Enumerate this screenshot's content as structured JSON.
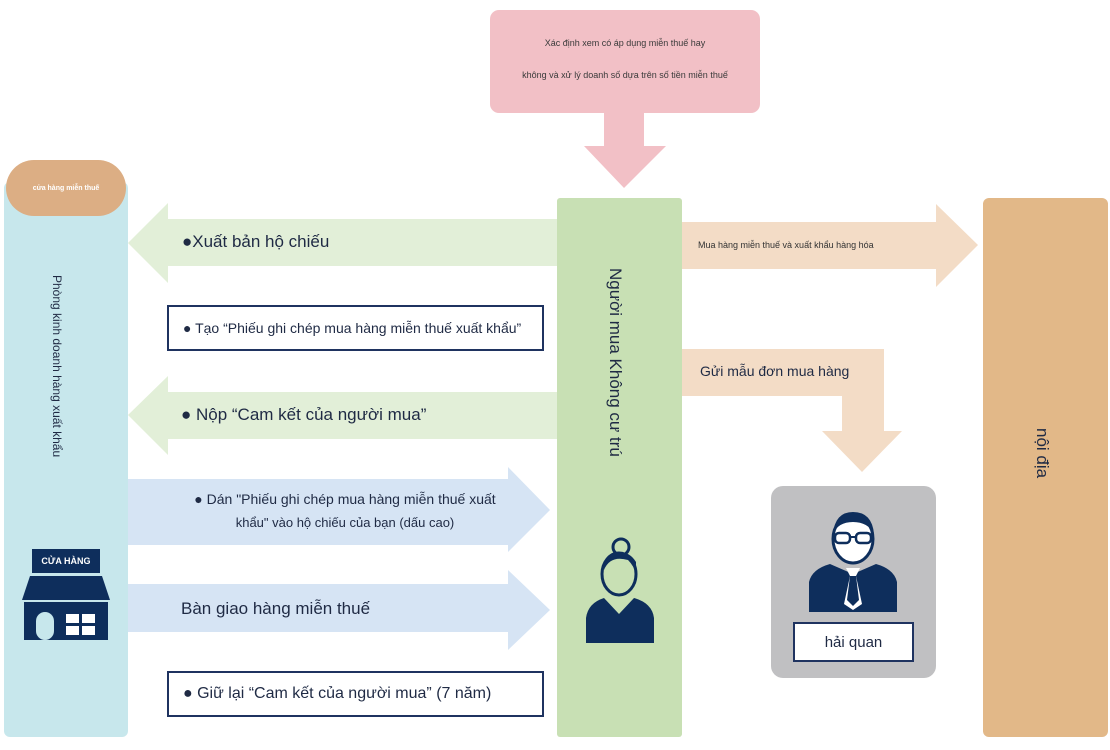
{
  "top_note": {
    "line1": "Xác định xem có áp dụng miễn thuế hay",
    "line2": "không và xử lý doanh số dựa trên số tiền miễn thuế"
  },
  "store_column": {
    "badge": "cửa hàng miễn thuế",
    "title": "Phòng kinh doanh hàng xuất khẩu",
    "shop_sign": "CỬA HÀNG"
  },
  "buyer_column": {
    "title": "Người mua Không cư trú"
  },
  "domestic_column": {
    "title": "nội địa"
  },
  "customs": {
    "label": "hải quan"
  },
  "flows": {
    "passport": "●Xuất bản hộ chiếu",
    "record_box": "● Tạo “Phiếu ghi chép mua hàng miễn thuế xuất khẩu”",
    "commitment": "● Nộp “Cam kết của người mua”",
    "attach_line1": "● Dán \"Phiếu ghi chép mua hàng miễn thuế xuất",
    "attach_line2": "khẩu\" vào hộ chiếu của bạn (dấu cao)",
    "handover": "Bàn giao hàng miễn thuế",
    "keep_box": "● Giữ lại “Cam kết của người mua” (7 năm)",
    "export": "Mua hàng miễn thuế và xuất khẩu hàng hóa",
    "form": "Gửi mẫu đơn mua hàng"
  }
}
